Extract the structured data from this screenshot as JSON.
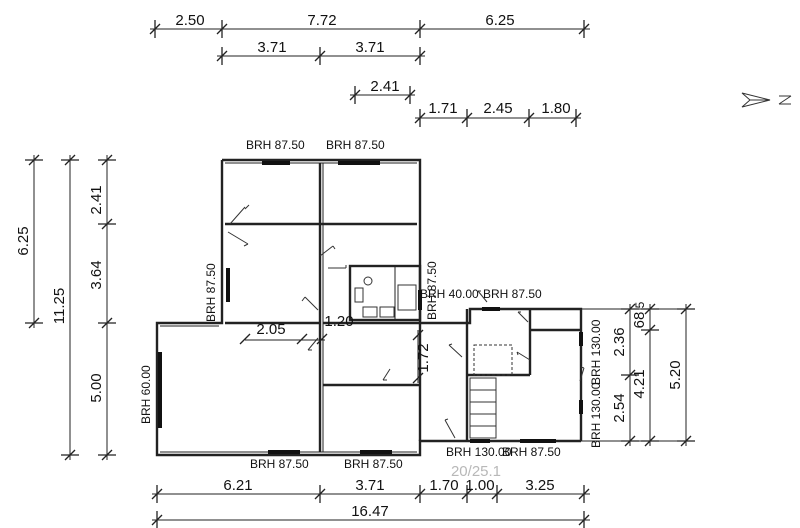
{
  "dimensions": {
    "top_row1": [
      "2.50",
      "7.72",
      "6.25"
    ],
    "top_row2": [
      "3.71",
      "3.71"
    ],
    "top_row3": [
      "2.41"
    ],
    "top_row4": [
      "1.71",
      "2.45",
      "1.80"
    ],
    "left_outer": "6.25",
    "left_total": "11.25",
    "left_inner": [
      "2.41",
      "3.64",
      "5.00"
    ],
    "right": [
      "2.36",
      "68",
      "5",
      "4.21",
      "5.20",
      "2.54"
    ],
    "bottom_row": [
      "6.21",
      "3.71",
      "1.70",
      "1.00",
      "3.25"
    ],
    "bottom_total": "16.47",
    "interior": [
      "2.05",
      "1.20",
      "1.72"
    ]
  },
  "labels": {
    "brh_top_left": "BRH 87.50",
    "brh_top_right": "BRH 87.50",
    "brh_left_wall": "BRH 87.50",
    "brh_big_room": "BRH 60.00",
    "brh_bottom_left": "BRH 87.50",
    "brh_bottom_mid": "BRH 87.50",
    "brh_bath": "BRH 87.50",
    "brh_hall": "BRH 40.00",
    "brh_right_top": "BRH 87.50",
    "brh_stair_bottom": "BRH 130.00",
    "brh_stair_bottom_2": "BRH 87.50",
    "brh_right_wall_a": "BRH 130.00",
    "brh_right_wall_b": "BRH 130.00"
  },
  "watermark": "20/25.1",
  "icons": {
    "north": "north-arrow-icon"
  }
}
